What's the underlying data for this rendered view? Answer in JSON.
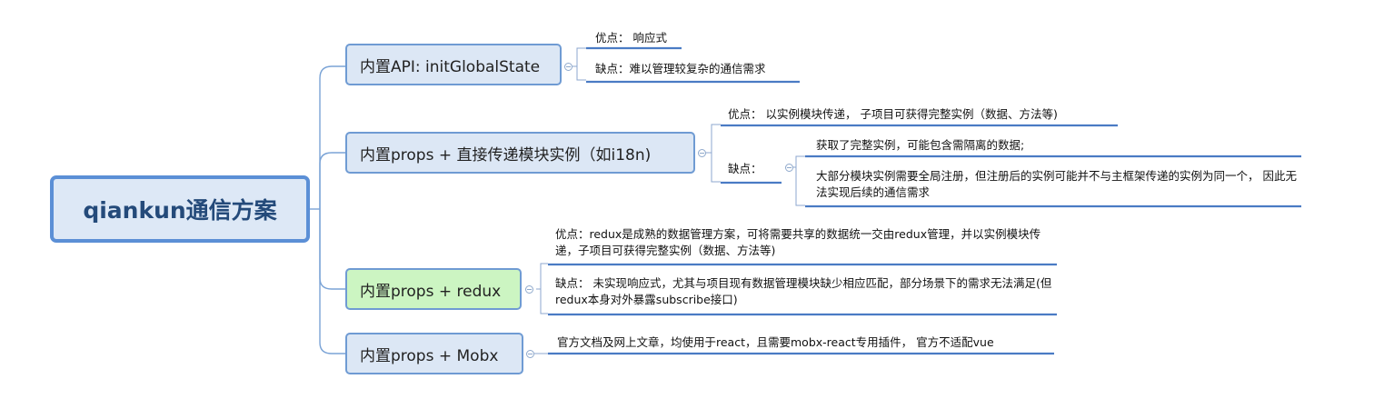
{
  "root": {
    "label": "qiankun通信方案"
  },
  "branches": [
    {
      "label": "内置API: initGlobalState",
      "pros": "优点： 响应式",
      "cons": "缺点：难以管理较复杂的通信需求"
    },
    {
      "label": "内置props + 直接传递模块实例（如i18n)",
      "pros": "优点： 以实例模块传递， 子项目可获得完整实例（数据、方法等)",
      "cons_label": "缺点：",
      "cons_items": [
        "获取了完整实例，可能包含需隔离的数据;",
        "大部分模块实例需要全局注册，但注册后的实例可能并不与主框架传递的实例为同一个， 因此无法实现后续的通信需求"
      ]
    },
    {
      "label": "内置props + redux",
      "pros": "优点：redux是成熟的数据管理方案，可将需要共享的数据统一交由redux管理，并以实例模块传递，子项目可获得完整实例（数据、方法等)",
      "cons": "缺点： 未实现响应式，尤其与项目现有数据管理模块缺少相应匹配，部分场景下的需求无法满足(但redux本身对外暴露subscribe接口)"
    },
    {
      "label": "内置props + Mobx",
      "note": "官方文档及网上文章，均使用于react，且需要mobx-react专用插件， 官方不适配vue"
    }
  ]
}
